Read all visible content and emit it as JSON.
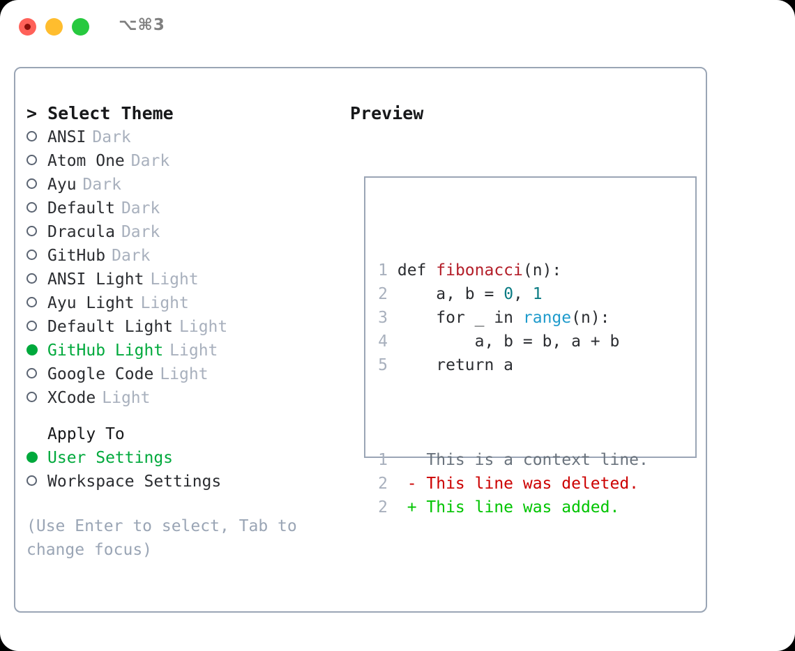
{
  "window": {
    "shortcut": "⌥⌘3",
    "traffic_lights": [
      "close-red",
      "minimize-yellow",
      "zoom-green"
    ],
    "colors": {
      "accent_green": "#00a93c",
      "border": "#9aa5b5",
      "muted": "#a8b0bd",
      "text": "#2b2d31",
      "diff_add": "#00c400",
      "diff_del": "#cc0000"
    }
  },
  "select_theme": {
    "header": "> Select Theme",
    "items": [
      {
        "marker": "○",
        "name": "ANSI",
        "tag": "Dark",
        "selected": false
      },
      {
        "marker": "○",
        "name": "Atom One",
        "tag": "Dark",
        "selected": false
      },
      {
        "marker": "○",
        "name": "Ayu",
        "tag": "Dark",
        "selected": false
      },
      {
        "marker": "○",
        "name": "Default",
        "tag": "Dark",
        "selected": false
      },
      {
        "marker": "○",
        "name": "Dracula",
        "tag": "Dark",
        "selected": false
      },
      {
        "marker": "○",
        "name": "GitHub",
        "tag": "Dark",
        "selected": false
      },
      {
        "marker": "○",
        "name": "ANSI Light",
        "tag": "Light",
        "selected": false
      },
      {
        "marker": "○",
        "name": "Ayu Light",
        "tag": "Light",
        "selected": false
      },
      {
        "marker": "○",
        "name": "Default Light",
        "tag": "Light",
        "selected": false
      },
      {
        "marker": "●",
        "name": "GitHub Light",
        "tag": "Light",
        "selected": true
      },
      {
        "marker": "○",
        "name": "Google Code",
        "tag": "Light",
        "selected": false
      },
      {
        "marker": "○",
        "name": "XCode",
        "tag": "Light",
        "selected": false
      }
    ]
  },
  "apply_to": {
    "title": "Apply To",
    "items": [
      {
        "marker": "●",
        "name": "User Settings",
        "selected": true
      },
      {
        "marker": "○",
        "name": "Workspace Settings",
        "selected": false
      }
    ]
  },
  "hint": "(Use Enter to select, Tab to change focus)",
  "preview": {
    "header": "Preview",
    "code_lines": [
      {
        "num": "1",
        "tokens": [
          {
            "t": "def ",
            "c": "plain"
          },
          {
            "t": "fibonacci",
            "c": "func"
          },
          {
            "t": "(n):",
            "c": "plain"
          }
        ]
      },
      {
        "num": "2",
        "tokens": [
          {
            "t": "    a, b = ",
            "c": "plain"
          },
          {
            "t": "0",
            "c": "num"
          },
          {
            "t": ", ",
            "c": "plain"
          },
          {
            "t": "1",
            "c": "num"
          }
        ]
      },
      {
        "num": "3",
        "tokens": [
          {
            "t": "    for _ in ",
            "c": "plain"
          },
          {
            "t": "range",
            "c": "builtin"
          },
          {
            "t": "(n):",
            "c": "plain"
          }
        ]
      },
      {
        "num": "4",
        "tokens": [
          {
            "t": "        a, b = b, a + b",
            "c": "plain"
          }
        ]
      },
      {
        "num": "5",
        "tokens": [
          {
            "t": "    return a",
            "c": "plain"
          }
        ]
      }
    ],
    "diff_lines": [
      {
        "num": "1",
        "sign": " ",
        "text": " This is a context line.",
        "kind": "ctx"
      },
      {
        "num": "2",
        "sign": "-",
        "text": " This line was deleted.",
        "kind": "del"
      },
      {
        "num": "2",
        "sign": "+",
        "text": " This line was added.",
        "kind": "add"
      }
    ]
  }
}
